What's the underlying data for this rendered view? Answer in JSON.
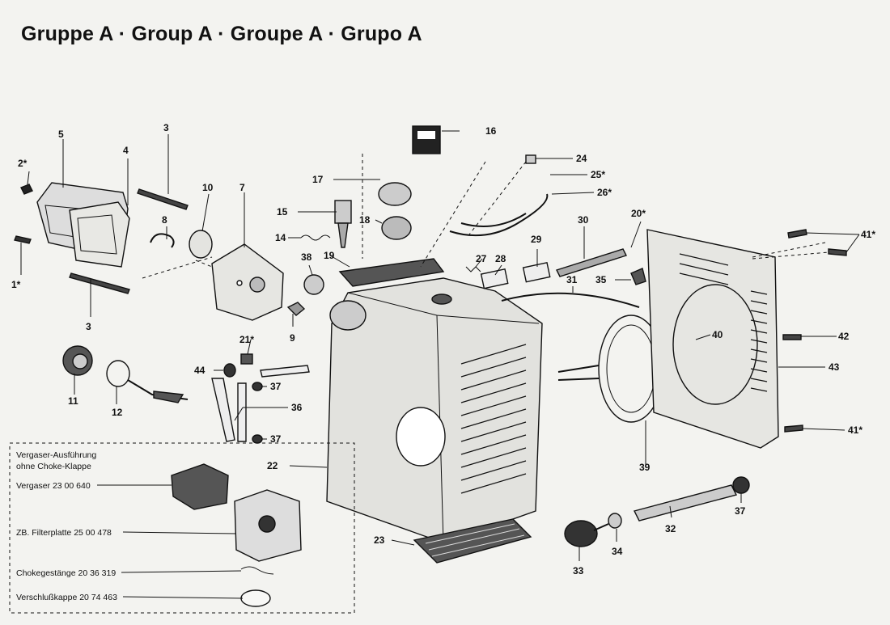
{
  "title": "Gruppe A · Group A · Groupe A · Grupo A",
  "callouts": [
    "1*",
    "2*",
    "3",
    "3",
    "4",
    "5",
    "7",
    "8",
    "9",
    "10",
    "11",
    "12",
    "14",
    "15",
    "16",
    "17",
    "18",
    "19",
    "20*",
    "21*",
    "22",
    "23",
    "24",
    "25*",
    "26*",
    "27",
    "28",
    "29",
    "30",
    "31",
    "32",
    "33",
    "34",
    "35",
    "36",
    "37",
    "37",
    "37",
    "38",
    "39",
    "40",
    "41*",
    "41*",
    "42",
    "43",
    "44"
  ],
  "inset": {
    "heading_line1": "Vergaser-Ausführung",
    "heading_line2": "ohne Choke-Klappe",
    "items": [
      "Vergaser 23 00 640",
      "ZB. Filterplatte 25 00 478",
      "Chokegestänge 20 36 319",
      "Verschlußkappe 20 74 463"
    ]
  }
}
